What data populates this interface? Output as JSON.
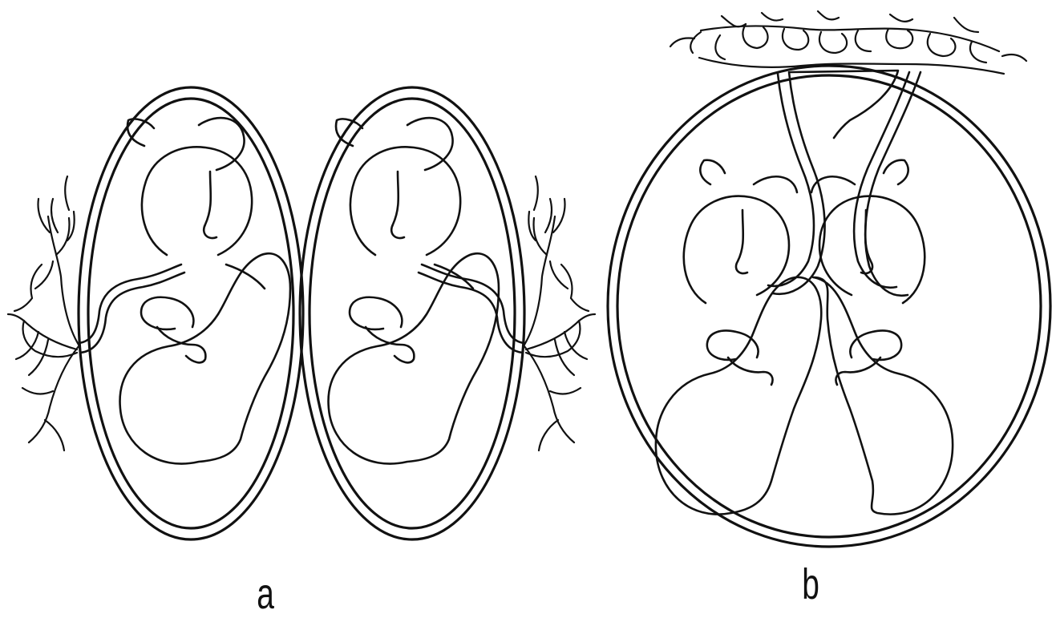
{
  "panels": [
    {
      "id": "a",
      "label": "a"
    },
    {
      "id": "b",
      "label": "b"
    }
  ],
  "colors": {
    "background": "#ffffff",
    "ink": "#111111"
  }
}
